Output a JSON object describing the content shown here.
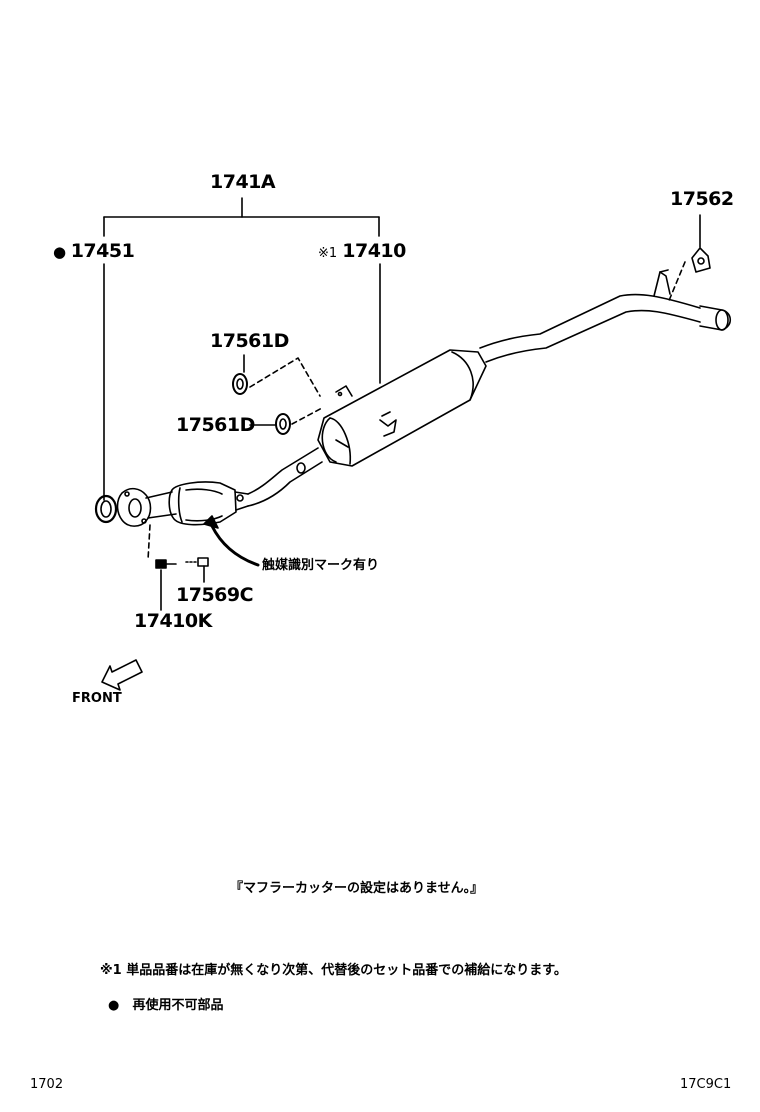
{
  "parts": {
    "p1741a": "1741A",
    "p17451": "17451",
    "p17410": "17410",
    "p17562": "17562",
    "p17561d_upper": "17561D",
    "p17561d_lower": "17561D",
    "p17569c": "17569C",
    "p17410k": "17410K"
  },
  "markers": {
    "reuse_dot": "●",
    "note1_mark": "※1"
  },
  "callout_catalyst": "触媒識別マーク有り",
  "front_label": "FRONT",
  "notes": {
    "cutter": "『マフラーカッターの設定はありません。』",
    "note1": "※1 単品品番は在庫が無くなり次第、代替後のセット品番での補給になります。",
    "reuse_mark": "●",
    "reuse": "再使用不可部品"
  },
  "footer": {
    "left": "1702",
    "right": "17C9C1"
  }
}
